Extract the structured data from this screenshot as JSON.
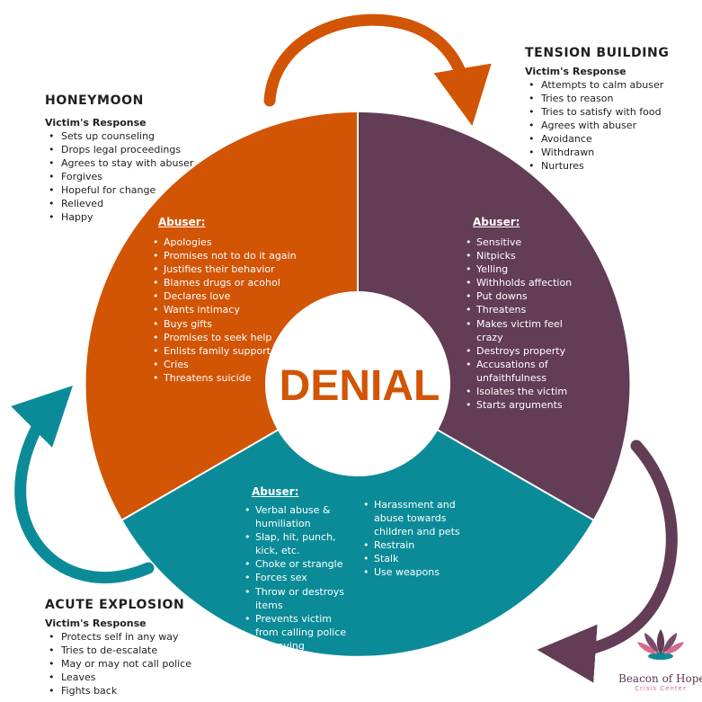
{
  "colors": {
    "honeymoon": "#D25405",
    "tension": "#633C55",
    "explosion": "#0B8B98",
    "center_text": "#D25405"
  },
  "center": {
    "label": "DENIAL"
  },
  "tension_building": {
    "title": "TENSION BUILDING",
    "victim_label": "Victim's Response",
    "victim_items": [
      "Attempts to calm abuser",
      "Tries to reason",
      "Tries to satisfy with food",
      "Agrees with abuser",
      "Avoidance",
      "Withdrawn",
      "Nurtures"
    ],
    "abuser_label": "Abuser:",
    "abuser_items": [
      "Sensitive",
      "Nitpicks",
      "Yelling",
      "Withholds affection",
      "Put downs",
      "Threatens",
      "Makes victim feel crazy",
      "Destroys property",
      "Accusations of unfaithfulness",
      "Isolates the victim",
      "Starts arguments"
    ]
  },
  "honeymoon": {
    "title": "HONEYMOON",
    "victim_label": "Victim's Response",
    "victim_items": [
      "Sets up counseling",
      "Drops legal proceedings",
      "Agrees to stay with abuser",
      "Forgives",
      "Hopeful for change",
      "Relieved",
      "Happy"
    ],
    "abuser_label": "Abuser:",
    "abuser_items": [
      "Apologies",
      "Promises not to do it again",
      "Justifies their behavior",
      "Blames drugs or acohol",
      "Declares love",
      "Wants intimacy",
      "Buys gifts",
      "Promises to seek help",
      "Enlists family support",
      "Cries",
      "Threatens suicide"
    ]
  },
  "acute_explosion": {
    "title": "ACUTE EXPLOSION",
    "victim_label": "Victim's Response",
    "victim_items": [
      "Protects self in any way",
      "Tries to de-escalate",
      "May or may not call police",
      "Leaves",
      "Fights back"
    ],
    "abuser_label": "Abuser:",
    "abuser_items_left": [
      "Verbal abuse & humiliation",
      "Slap, hit, punch, kick, etc.",
      "Choke or strangle",
      "Forces sex",
      "Throw or destroys items",
      "Prevents victim from calling police or leaving"
    ],
    "abuser_items_right": [
      "Harassment and abuse towards children and pets",
      "Restrain",
      "Stalk",
      "Use weapons"
    ]
  },
  "logo": {
    "name": "Beacon of Hope",
    "tagline": "Crisis Center"
  }
}
